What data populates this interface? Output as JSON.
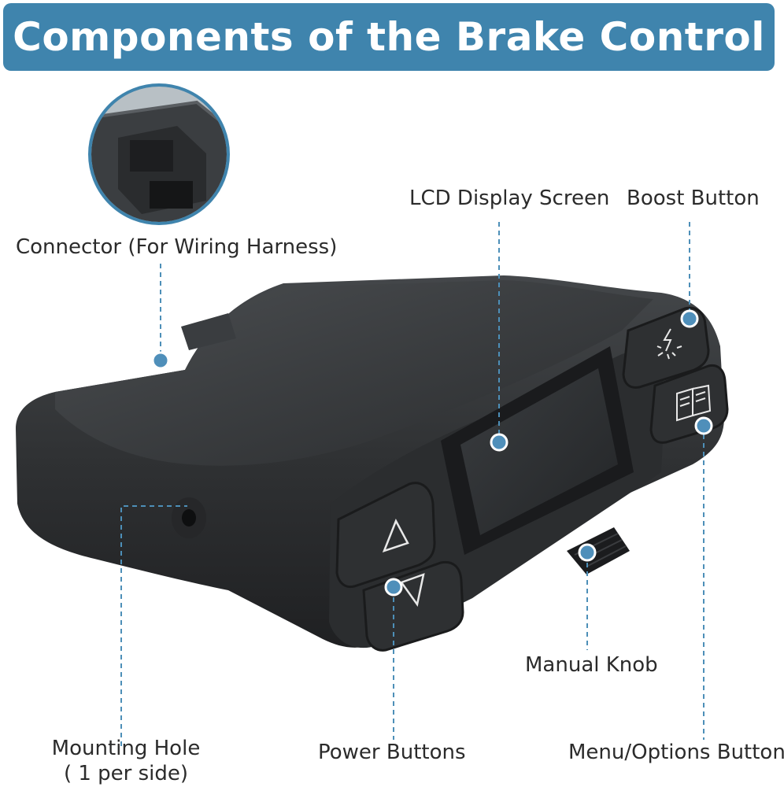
{
  "header": {
    "title": "Components of the Brake Control"
  },
  "labels": {
    "connector": "Connector (For Wiring Harness)",
    "lcd": "LCD Display Screen",
    "boost": "Boost Button",
    "knob": "Manual Knob",
    "mounting_line1": "Mounting Hole",
    "mounting_line2": "( 1 per side)",
    "power": "Power Buttons",
    "menu": "Menu/Options Button"
  },
  "colors": {
    "banner": "#3f84ad",
    "leader": "#4d8fb8",
    "device_body": "#2d2f31",
    "label_text": "#2b2b2b"
  },
  "icons": {
    "up": "triangle-up-icon",
    "down": "triangle-down-icon",
    "boost": "lightning-burst-icon",
    "menu": "open-book-icon"
  }
}
